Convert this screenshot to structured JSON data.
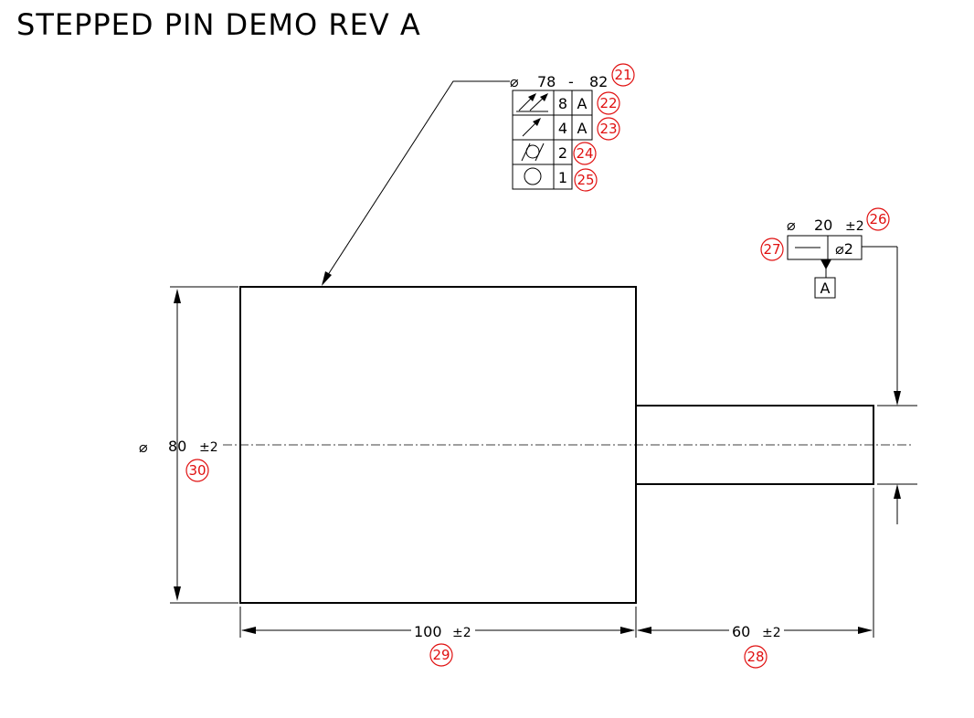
{
  "title": "STEPPED PIN DEMO REV A",
  "colors": {
    "line": "#000000",
    "balloon": "#e01010",
    "background": "#ffffff"
  },
  "callouts": {
    "large_dia_size": {
      "symbol": "⌀",
      "value": "78",
      "sep": "-",
      "upper": "82",
      "balloon": "21"
    },
    "fcf_total_runout": {
      "symbol_icon": "total-runout-icon",
      "tol": "8",
      "datum": "A",
      "balloon": "22"
    },
    "fcf_circular_runout": {
      "symbol_icon": "circular-runout-icon",
      "tol": "4",
      "datum": "A",
      "balloon": "23"
    },
    "fcf_cylindricity": {
      "symbol_icon": "cylindricity-icon",
      "tol": "2",
      "balloon": "24"
    },
    "fcf_circularity": {
      "symbol_icon": "circularity-icon",
      "tol": "1",
      "balloon": "25"
    },
    "small_dia_size": {
      "symbol": "⌀",
      "value": "20",
      "tol": "±2",
      "balloon": "26"
    },
    "fcf_straightness": {
      "symbol_icon": "straightness-icon",
      "tol": "⌀2",
      "balloon": "27"
    },
    "datum_feature": {
      "label": "A"
    },
    "length_small": {
      "value": "60",
      "tol": "±2",
      "balloon": "28"
    },
    "length_large": {
      "value": "100",
      "tol": "±2",
      "balloon": "29"
    },
    "diameter_large": {
      "symbol": "⌀",
      "value": "80",
      "tol": "±2",
      "balloon": "30"
    }
  }
}
